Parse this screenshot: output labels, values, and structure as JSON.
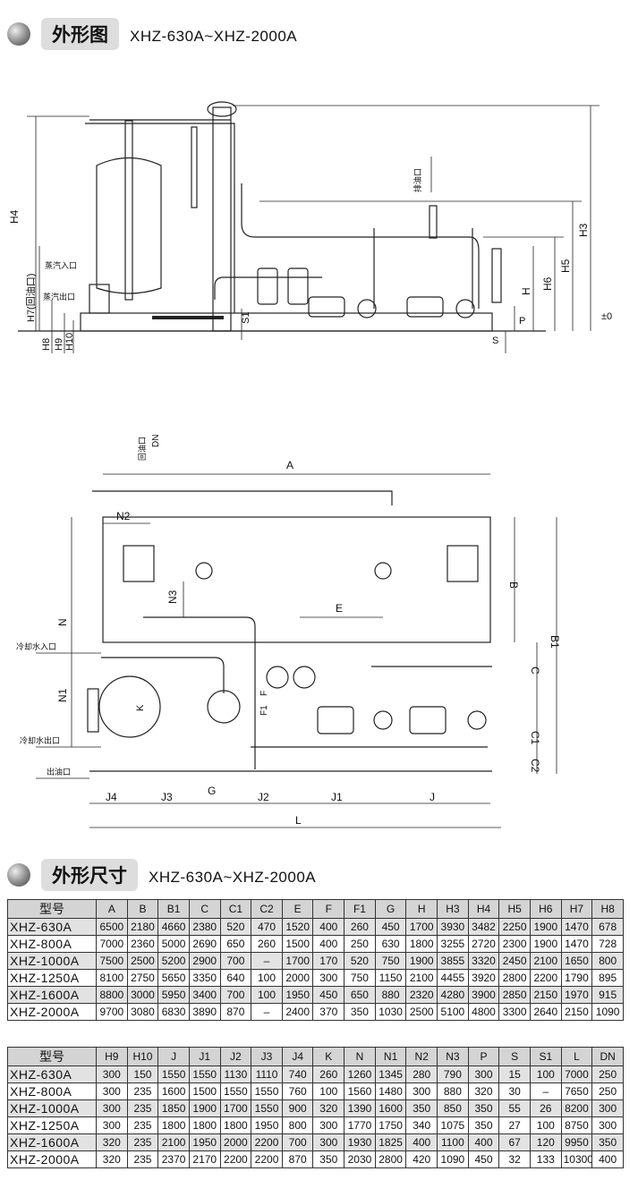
{
  "section1": {
    "title": "外形图",
    "subtitle": "XHZ-630A~XHZ-2000A"
  },
  "side_view": {
    "H4": "H4",
    "H7": "H7(回油口)",
    "steam_in": "蒸汽入口",
    "steam_out": "蒸汽出口",
    "H8": "H8",
    "H9": "H9",
    "H10": "H10",
    "S1": "S1",
    "drain": "排油口",
    "H3": "H3",
    "H5": "H5",
    "H6": "H6",
    "H": "H",
    "P": "P",
    "S": "S",
    "zero": "±0"
  },
  "top_view": {
    "return_oil": "回油口",
    "DN": "DN",
    "A": "A",
    "N2": "N2",
    "N3": "N3",
    "E": "E",
    "B": "B",
    "B1": "B1",
    "C": "C",
    "C1": "C1",
    "C2": "C2",
    "N": "N",
    "N1": "N1",
    "cool_in": "冷却水入口",
    "cool_out": "冷却水出口",
    "oil_out": "出油口",
    "K": "K",
    "F": "F",
    "F1": "F1",
    "J4": "J4",
    "J3": "J3",
    "G": "G",
    "J2": "J2",
    "J1": "J1",
    "J": "J",
    "L": "L"
  },
  "section2": {
    "title": "外形尺寸",
    "subtitle": "XHZ-630A~XHZ-2000A"
  },
  "table1": {
    "headers": [
      "型号",
      "A",
      "B",
      "B1",
      "C",
      "C1",
      "C2",
      "E",
      "F",
      "F1",
      "G",
      "H",
      "H3",
      "H4",
      "H5",
      "H6",
      "H7",
      "H8"
    ],
    "rows": [
      [
        "XHZ-630A",
        "6500",
        "2180",
        "4660",
        "2380",
        "520",
        "470",
        "1520",
        "400",
        "260",
        "450",
        "1700",
        "3930",
        "3482",
        "2250",
        "1900",
        "1470",
        "678"
      ],
      [
        "XHZ-800A",
        "7000",
        "2360",
        "5000",
        "2690",
        "650",
        "260",
        "1500",
        "400",
        "250",
        "630",
        "1800",
        "3255",
        "2720",
        "2300",
        "1900",
        "1470",
        "728"
      ],
      [
        "XHZ-1000A",
        "7500",
        "2500",
        "5200",
        "2900",
        "700",
        "–",
        "1700",
        "170",
        "520",
        "750",
        "1900",
        "3855",
        "3320",
        "2450",
        "2100",
        "1650",
        "800"
      ],
      [
        "XHZ-1250A",
        "8100",
        "2750",
        "5650",
        "3350",
        "640",
        "100",
        "2000",
        "300",
        "750",
        "1150",
        "2100",
        "4455",
        "3920",
        "2800",
        "2200",
        "1790",
        "895"
      ],
      [
        "XHZ-1600A",
        "8800",
        "3000",
        "5950",
        "3400",
        "700",
        "100",
        "1950",
        "450",
        "650",
        "880",
        "2320",
        "4280",
        "3900",
        "2850",
        "2150",
        "1970",
        "915"
      ],
      [
        "XHZ-2000A",
        "9700",
        "3080",
        "6830",
        "3890",
        "870",
        "–",
        "2400",
        "370",
        "350",
        "1030",
        "2500",
        "5100",
        "4800",
        "3300",
        "2640",
        "2150",
        "1090"
      ]
    ]
  },
  "table2": {
    "headers": [
      "型号",
      "H9",
      "H10",
      "J",
      "J1",
      "J2",
      "J3",
      "J4",
      "K",
      "N",
      "N1",
      "N2",
      "N3",
      "P",
      "S",
      "S1",
      "L",
      "DN"
    ],
    "rows": [
      [
        "XHZ-630A",
        "300",
        "150",
        "1550",
        "1550",
        "1130",
        "1110",
        "740",
        "260",
        "1260",
        "1345",
        "280",
        "790",
        "300",
        "15",
        "100",
        "7000",
        "250"
      ],
      [
        "XHZ-800A",
        "300",
        "235",
        "1600",
        "1500",
        "1550",
        "1550",
        "760",
        "100",
        "1560",
        "1480",
        "300",
        "880",
        "320",
        "30",
        "–",
        "7650",
        "250"
      ],
      [
        "XHZ-1000A",
        "300",
        "235",
        "1850",
        "1900",
        "1700",
        "1550",
        "900",
        "320",
        "1390",
        "1600",
        "350",
        "850",
        "350",
        "55",
        "26",
        "8200",
        "300"
      ],
      [
        "XHZ-1250A",
        "300",
        "235",
        "1800",
        "1800",
        "1800",
        "1950",
        "800",
        "300",
        "1770",
        "1750",
        "340",
        "1075",
        "350",
        "27",
        "100",
        "8750",
        "300"
      ],
      [
        "XHZ-1600A",
        "320",
        "235",
        "2100",
        "1950",
        "2000",
        "2200",
        "700",
        "300",
        "1930",
        "1825",
        "400",
        "1100",
        "400",
        "67",
        "120",
        "9950",
        "350"
      ],
      [
        "XHZ-2000A",
        "320",
        "235",
        "2370",
        "2170",
        "2200",
        "2200",
        "870",
        "350",
        "2030",
        "2800",
        "420",
        "1090",
        "450",
        "32",
        "133",
        "10300",
        "400"
      ]
    ]
  }
}
